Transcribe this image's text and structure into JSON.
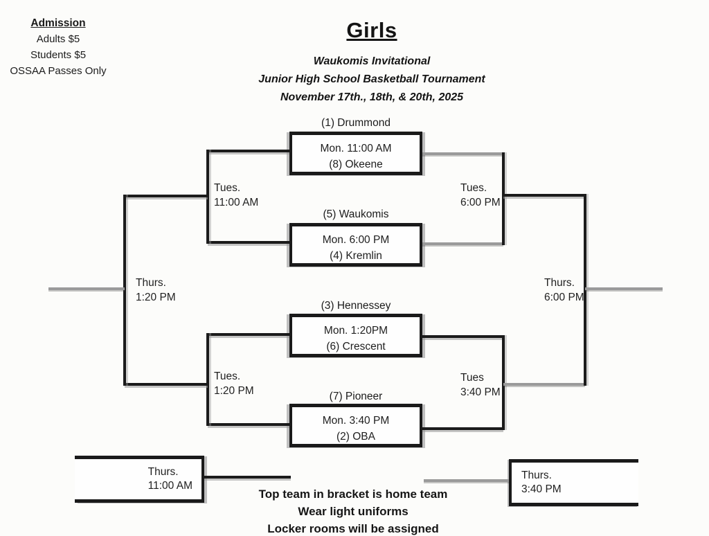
{
  "admission": {
    "title": "Admission",
    "lines": [
      "Adults $5",
      "Students $5",
      "OSSAA Passes Only"
    ]
  },
  "header": {
    "division": "Girls",
    "event": "Waukomis Invitational",
    "subtitle": "Junior High School Basketball Tournament",
    "dates": "November 17th., 18th, & 20th, 2025"
  },
  "bracket": {
    "games": [
      {
        "top": "(1) Drummond",
        "time": "Mon. 11:00 AM",
        "bottom": "(8) Okeene"
      },
      {
        "top": "(5) Waukomis",
        "time": "Mon. 6:00 PM",
        "bottom": "(4) Kremlin"
      },
      {
        "top": "(3) Hennessey",
        "time": "Mon. 1:20PM",
        "bottom": "(6) Crescent"
      },
      {
        "top": "(7) Pioneer",
        "time": "Mon. 3:40 PM",
        "bottom": "(2) OBA"
      }
    ],
    "advance": {
      "left_top": {
        "day": "Tues.",
        "time": "11:00 AM"
      },
      "left_bottom": {
        "day": "Tues.",
        "time": "1:20 PM"
      },
      "right_top": {
        "day": "Tues.",
        "time": "6:00 PM"
      },
      "right_bottom": {
        "day": "Tues",
        "time": "3:40 PM"
      },
      "left_final": {
        "day": "Thurs.",
        "time": "1:20 PM"
      },
      "right_final": {
        "day": "Thurs.",
        "time": "6:00 PM"
      },
      "bottom_left": {
        "day": "Thurs.",
        "time": "11:00 AM"
      },
      "bottom_right": {
        "day": "Thurs.",
        "time": "3:40 PM"
      }
    }
  },
  "notes": [
    "Top team in bracket is home team",
    "Wear light uniforms",
    "Locker rooms will be assigned"
  ],
  "colors": {
    "line_dark": "#1b1b1b",
    "line_gray": "#9a9a9a",
    "paper": "#fcfcfa"
  }
}
